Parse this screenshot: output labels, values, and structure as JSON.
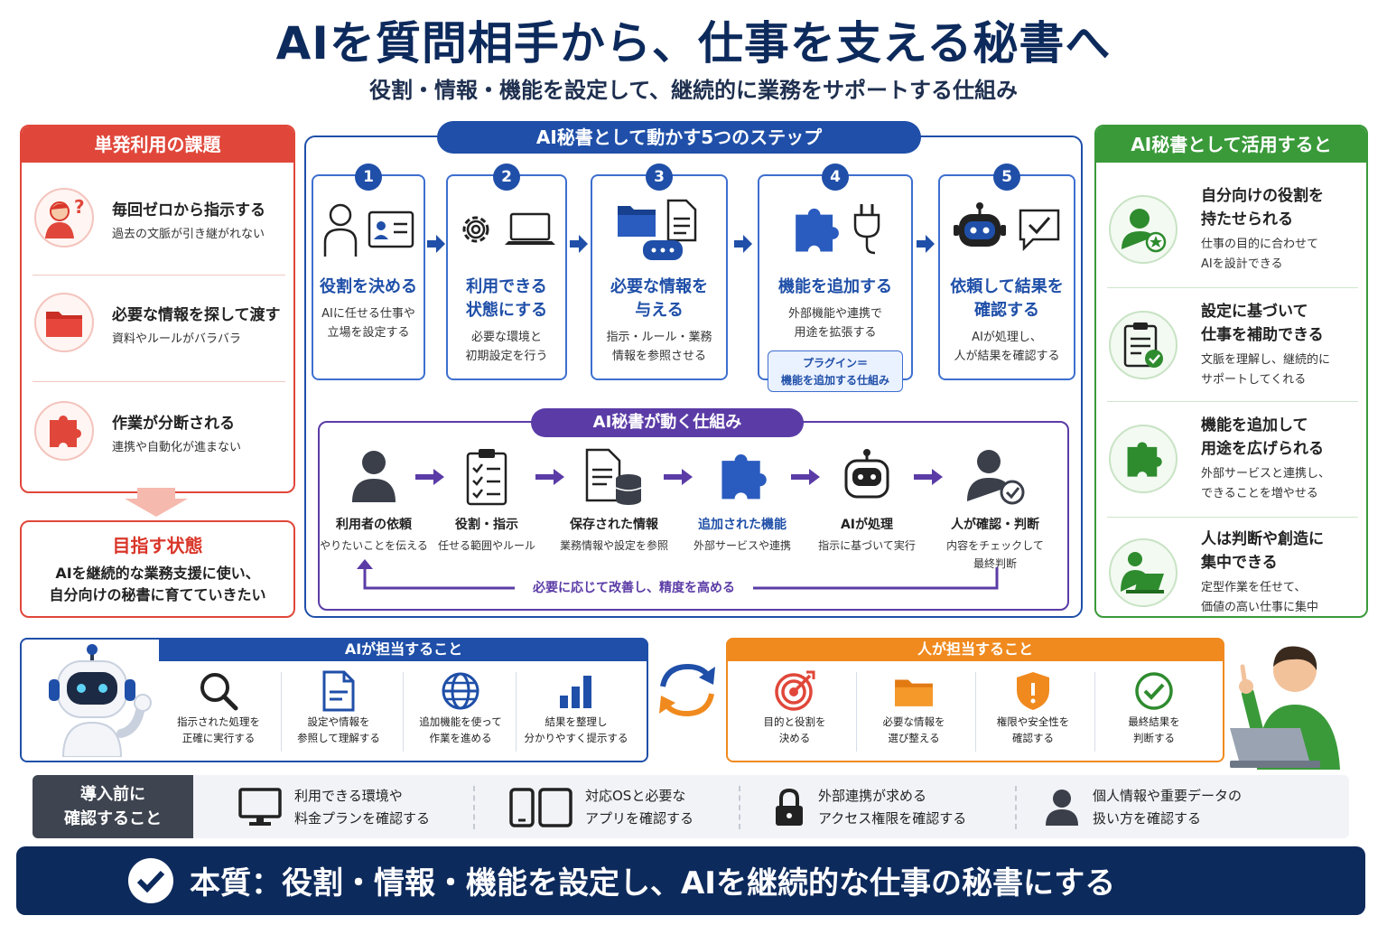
{
  "title": "AIを質問相手から、仕事を支える秘書へ",
  "subtitle": "役割・情報・機能を設定して、継続的に業務をサポートする仕組み",
  "left_panel": {
    "header": "単発利用の課題",
    "items": [
      {
        "title": "毎回ゼロから指示する",
        "desc": "過去の文脈が引き継がれない",
        "icon": "confused-person-icon"
      },
      {
        "title": "必要な情報を探して渡す",
        "desc": "資料やルールがバラバラ",
        "icon": "folder-icon"
      },
      {
        "title": "作業が分断される",
        "desc": "連携や自動化が進まない",
        "icon": "puzzle-icon"
      }
    ],
    "goal_title": "目指す状態",
    "goal_line1": "AIを継続的な業務支援に使い、",
    "goal_line2": "自分向けの秘書に育てていきたい"
  },
  "center": {
    "header": "AI秘書として動かす5つのステップ",
    "steps": [
      {
        "num": "1",
        "title1": "役割を決める",
        "title2": "",
        "desc1": "AIに任せる仕事や",
        "desc2": "立場を設定する"
      },
      {
        "num": "2",
        "title1": "利用できる",
        "title2": "状態にする",
        "desc1": "必要な環境と",
        "desc2": "初期設定を行う"
      },
      {
        "num": "3",
        "title1": "必要な情報を",
        "title2": "与える",
        "desc1": "指示・ルール・業務",
        "desc2": "情報を参照させる"
      },
      {
        "num": "4",
        "title1": "機能を追加する",
        "title2": "",
        "desc1": "外部機能や連携で",
        "desc2": "用途を拡張する"
      },
      {
        "num": "5",
        "title1": "依頼して結果を",
        "title2": "確認する",
        "desc1": "AIが処理し、",
        "desc2": "人が結果を確認する"
      }
    ],
    "plugin_line1": "プラグイン＝",
    "plugin_line2": "機能を追加する仕組み",
    "mechanism_header": "AI秘書が動く仕組み",
    "mechanism": [
      {
        "label": "利用者の依頼",
        "desc1": "やりたいことを伝える",
        "desc2": ""
      },
      {
        "label": "役割・指示",
        "desc1": "任せる範囲やルール",
        "desc2": ""
      },
      {
        "label": "保存された情報",
        "desc1": "業務情報や設定を参照",
        "desc2": ""
      },
      {
        "label": "追加された機能",
        "desc1": "外部サービスや連携",
        "desc2": ""
      },
      {
        "label": "AIが処理",
        "desc1": "指示に基づいて実行",
        "desc2": ""
      },
      {
        "label": "人が確認・判断",
        "desc1": "内容をチェックして",
        "desc2": "最終判断"
      }
    ],
    "loop_text": "必要に応じて改善し、精度を高める"
  },
  "right_panel": {
    "header": "AI秘書として活用すると",
    "items": [
      {
        "t1": "自分向けの役割を",
        "t2": "持たせられる",
        "d1": "仕事の目的に合わせて",
        "d2": "AIを設計できる"
      },
      {
        "t1": "設定に基づいて",
        "t2": "仕事を補助できる",
        "d1": "文脈を理解し、継続的に",
        "d2": "サポートしてくれる"
      },
      {
        "t1": "機能を追加して",
        "t2": "用途を広げられる",
        "d1": "外部サービスと連携し、",
        "d2": "できることを増やせる"
      },
      {
        "t1": "人は判断や創造に",
        "t2": "集中できる",
        "d1": "定型作業を任せて、",
        "d2": "価値の高い仕事に集中"
      }
    ]
  },
  "ai_tasks": {
    "header": "AIが担当すること",
    "items": [
      {
        "l1": "指示された処理を",
        "l2": "正確に実行する"
      },
      {
        "l1": "設定や情報を",
        "l2": "参照して理解する"
      },
      {
        "l1": "追加機能を使って",
        "l2": "作業を進める"
      },
      {
        "l1": "結果を整理し",
        "l2": "分かりやすく提示する"
      }
    ]
  },
  "human_tasks": {
    "header": "人が担当すること",
    "items": [
      {
        "l1": "目的と役割を",
        "l2": "決める"
      },
      {
        "l1": "必要な情報を",
        "l2": "選び整える"
      },
      {
        "l1": "権限や安全性を",
        "l2": "確認する"
      },
      {
        "l1": "最終結果を",
        "l2": "判断する"
      }
    ]
  },
  "pre_check": {
    "label1": "導入前に",
    "label2": "確認すること",
    "items": [
      {
        "l1": "利用できる環境や",
        "l2": "料金プランを確認する"
      },
      {
        "l1": "対応OSと必要な",
        "l2": "アプリを確認する"
      },
      {
        "l1": "外部連携が求める",
        "l2": "アクセス権限を確認する"
      },
      {
        "l1": "個人情報や重要データの",
        "l2": "扱い方を確認する"
      }
    ]
  },
  "essence": "本質：役割・情報・機能を設定し、AIを継続的な仕事の秘書にする",
  "colors": {
    "navy": "#0d2a5c",
    "blue": "#1f4fa8",
    "red": "#e0473a",
    "green": "#3a9a3a",
    "purple": "#5b3ca6",
    "orange": "#f08a1e"
  }
}
